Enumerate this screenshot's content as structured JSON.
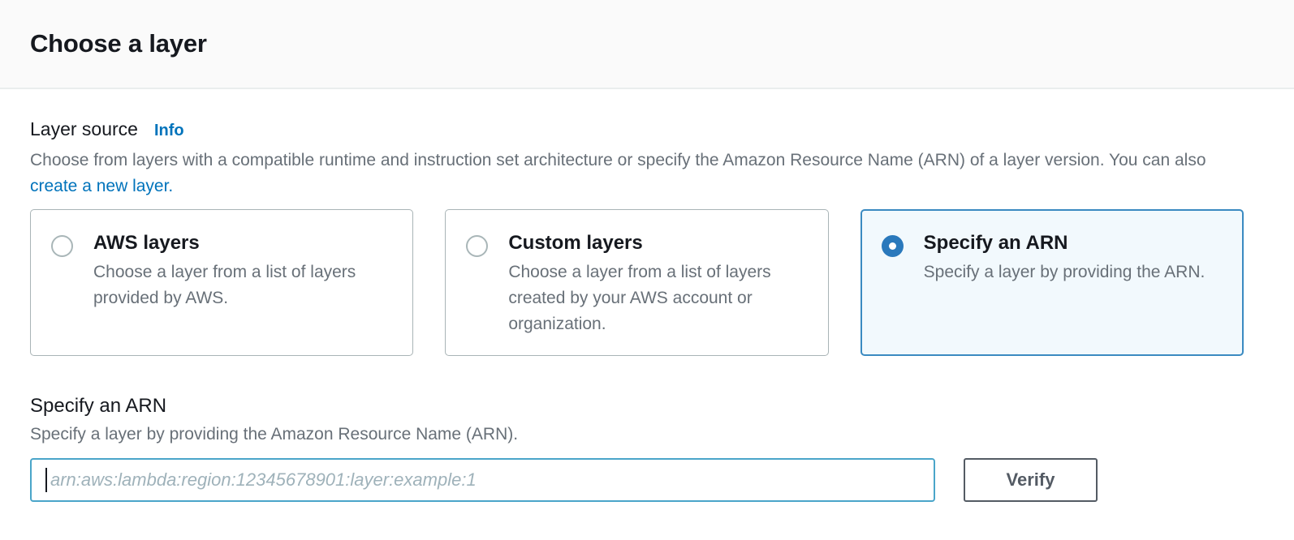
{
  "page_title": "Choose a layer",
  "layer_source": {
    "label": "Layer source",
    "info_label": "Info",
    "description_before_link": "Choose from layers with a compatible runtime and instruction set architecture or specify the Amazon Resource Name (ARN) of a layer version. You can also ",
    "create_layer_link": "create a new layer.",
    "options": [
      {
        "title": "AWS layers",
        "description": "Choose a layer from a list of layers provided by AWS.",
        "selected": false
      },
      {
        "title": "Custom layers",
        "description": "Choose a layer from a list of layers created by your AWS account or organization.",
        "selected": false
      },
      {
        "title": "Specify an ARN",
        "description": "Specify a layer by providing the ARN.",
        "selected": true
      }
    ]
  },
  "arn_section": {
    "title": "Specify an ARN",
    "description": "Specify a layer by providing the Amazon Resource Name (ARN).",
    "input_value": "",
    "input_placeholder": "arn:aws:lambda:region:12345678901:layer:example:1",
    "verify_button_label": "Verify"
  },
  "colors": {
    "link_blue": "#0073bb",
    "selected_border_blue": "#3a8ac1",
    "selected_bg_blue": "#f2f9fd",
    "radio_checked_blue": "#2a79bc",
    "input_focus_border": "#4aa5c9",
    "header_bg": "#fafafa",
    "divider": "#eaeded",
    "text_dark": "#16191f",
    "text_gray": "#687078",
    "button_gray": "#545b64"
  }
}
